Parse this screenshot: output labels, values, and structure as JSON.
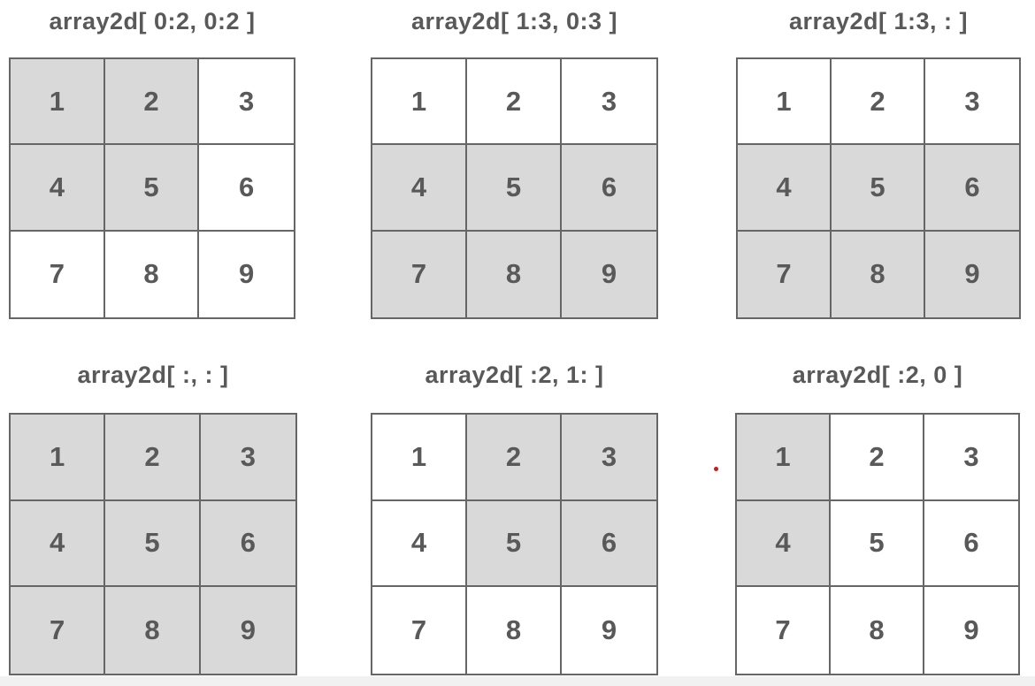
{
  "colors": {
    "cell_shaded": "#d9d9d9",
    "cell_unshaded": "#ffffff",
    "grid_border": "#666666",
    "text": "#595959",
    "red_dot": "#cc1b15",
    "bottom_strip": "#f1f1f1"
  },
  "panels": [
    {
      "title": "array2d[ 0:2, 0:2 ]",
      "cells": [
        {
          "value": "1",
          "shaded": true
        },
        {
          "value": "2",
          "shaded": true
        },
        {
          "value": "3",
          "shaded": false
        },
        {
          "value": "4",
          "shaded": true
        },
        {
          "value": "5",
          "shaded": true
        },
        {
          "value": "6",
          "shaded": false
        },
        {
          "value": "7",
          "shaded": false
        },
        {
          "value": "8",
          "shaded": false
        },
        {
          "value": "9",
          "shaded": false
        }
      ]
    },
    {
      "title": "array2d[ 1:3, 0:3 ]",
      "cells": [
        {
          "value": "1",
          "shaded": false
        },
        {
          "value": "2",
          "shaded": false
        },
        {
          "value": "3",
          "shaded": false
        },
        {
          "value": "4",
          "shaded": true
        },
        {
          "value": "5",
          "shaded": true
        },
        {
          "value": "6",
          "shaded": true
        },
        {
          "value": "7",
          "shaded": true
        },
        {
          "value": "8",
          "shaded": true
        },
        {
          "value": "9",
          "shaded": true
        }
      ]
    },
    {
      "title": "array2d[ 1:3, : ]",
      "cells": [
        {
          "value": "1",
          "shaded": false
        },
        {
          "value": "2",
          "shaded": false
        },
        {
          "value": "3",
          "shaded": false
        },
        {
          "value": "4",
          "shaded": true
        },
        {
          "value": "5",
          "shaded": true
        },
        {
          "value": "6",
          "shaded": true
        },
        {
          "value": "7",
          "shaded": true
        },
        {
          "value": "8",
          "shaded": true
        },
        {
          "value": "9",
          "shaded": true
        }
      ]
    },
    {
      "title": "array2d[ :, : ]",
      "cells": [
        {
          "value": "1",
          "shaded": true
        },
        {
          "value": "2",
          "shaded": true
        },
        {
          "value": "3",
          "shaded": true
        },
        {
          "value": "4",
          "shaded": true
        },
        {
          "value": "5",
          "shaded": true
        },
        {
          "value": "6",
          "shaded": true
        },
        {
          "value": "7",
          "shaded": true
        },
        {
          "value": "8",
          "shaded": true
        },
        {
          "value": "9",
          "shaded": true
        }
      ]
    },
    {
      "title": "array2d[ :2, 1: ]",
      "cells": [
        {
          "value": "1",
          "shaded": false
        },
        {
          "value": "2",
          "shaded": true
        },
        {
          "value": "3",
          "shaded": true
        },
        {
          "value": "4",
          "shaded": false
        },
        {
          "value": "5",
          "shaded": true
        },
        {
          "value": "6",
          "shaded": true
        },
        {
          "value": "7",
          "shaded": false
        },
        {
          "value": "8",
          "shaded": false
        },
        {
          "value": "9",
          "shaded": false
        }
      ]
    },
    {
      "title": "array2d[ :2, 0 ]",
      "cells": [
        {
          "value": "1",
          "shaded": true
        },
        {
          "value": "2",
          "shaded": false
        },
        {
          "value": "3",
          "shaded": false
        },
        {
          "value": "4",
          "shaded": true
        },
        {
          "value": "5",
          "shaded": false
        },
        {
          "value": "6",
          "shaded": false
        },
        {
          "value": "7",
          "shaded": false
        },
        {
          "value": "8",
          "shaded": false
        },
        {
          "value": "9",
          "shaded": false
        }
      ]
    }
  ],
  "pointer_dot": {
    "visible": true
  }
}
